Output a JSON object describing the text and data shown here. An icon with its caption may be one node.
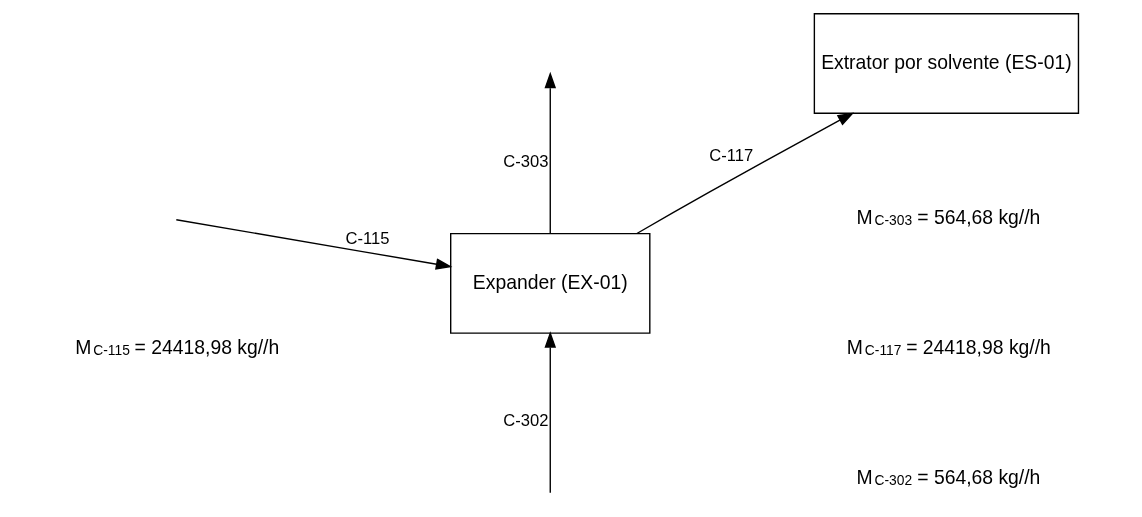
{
  "diagram": {
    "nodes": [
      {
        "text": [
          "Expander (EX-01)"
        ]
      },
      {
        "text": [
          "Extrator por solvente (ES-01)"
        ]
      }
    ],
    "edges": [
      {
        "from": null,
        "to": 0,
        "arrow": "to",
        "label": "C-115"
      },
      {
        "from": 0,
        "to": 1,
        "arrow": "to",
        "label": "C-117"
      },
      {
        "from": 0,
        "to": null,
        "arrow": "to",
        "label": "C-303"
      },
      {
        "from": null,
        "to": 0,
        "arrow": "to",
        "label": "C-302"
      }
    ],
    "labels": [
      "M$_{C-303}$ = 564,68 kg//h",
      "M$_{C-115}$ = 24418,98 kg//h",
      "M$_{C-117}$ = 24418,98 kg//h",
      "M$_{C-302}$ = 564,68 kg//h"
    ]
  }
}
